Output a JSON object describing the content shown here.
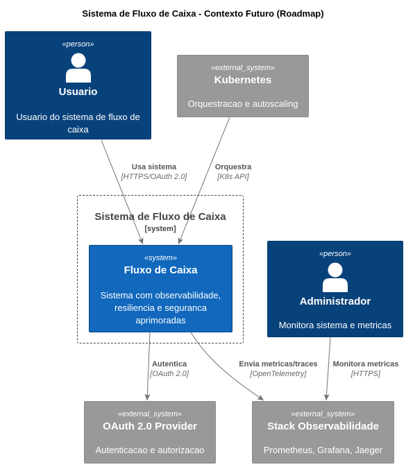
{
  "title": "Sistema de Fluxo de Caixa - Contexto Futuro (Roadmap)",
  "colors": {
    "person": "#08427b",
    "system": "#1168bd",
    "external_system": "#999999",
    "edge": "#707070"
  },
  "nodes": {
    "usuario": {
      "stereotype": "«person»",
      "name": "Usuario",
      "description": "Usuario do sistema de fluxo de caixa",
      "icon": "person-icon"
    },
    "kubernetes": {
      "stereotype": "«external_system»",
      "name": "Kubernetes",
      "description": "Orquestracao e autoscaling"
    },
    "fluxo": {
      "stereotype": "«system»",
      "name": "Fluxo de Caixa",
      "description": "Sistema com observabilidade, resiliencia e seguranca aprimoradas"
    },
    "admin": {
      "stereotype": "«person»",
      "name": "Administrador",
      "description": "Monitora sistema e metricas",
      "icon": "person-icon"
    },
    "oauth": {
      "stereotype": "«external_system»",
      "name": "OAuth 2.0 Provider",
      "description": "Autenticacao e autorizacao"
    },
    "obs": {
      "stereotype": "«external_system»",
      "name": "Stack Observabilidade",
      "description": "Prometheus, Grafana, Jaeger"
    }
  },
  "boundary": {
    "title": "Sistema de Fluxo de Caixa",
    "type": "[system]"
  },
  "edges": {
    "usa": {
      "label": "Usa sistema",
      "tech": "[HTTPS/OAuth 2.0]"
    },
    "orquestra": {
      "label": "Orquestra",
      "tech": "[K8s API]"
    },
    "autentica": {
      "label": "Autentica",
      "tech": "[OAuth 2.0]"
    },
    "envia": {
      "label": "Envia metricas/traces",
      "tech": "[OpenTelemetry]"
    },
    "monitora": {
      "label": "Monitora metricas",
      "tech": "[HTTPS]"
    }
  }
}
